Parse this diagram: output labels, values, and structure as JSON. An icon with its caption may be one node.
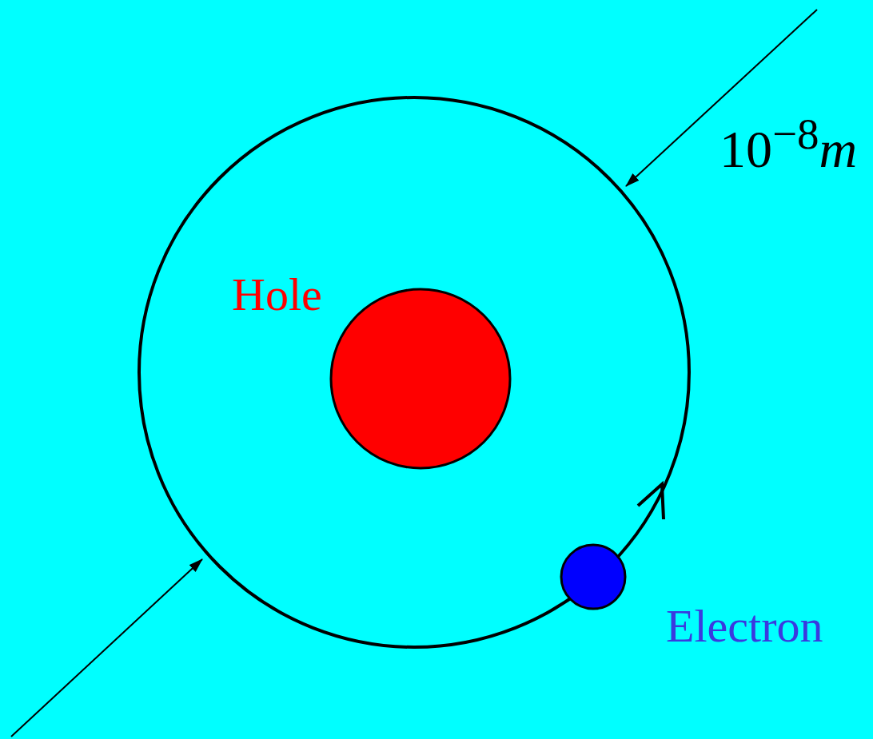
{
  "diagram": {
    "labels": [
      "10$^{−8}$*m*",
      "Hole",
      "Electron"
    ]
  }
}
